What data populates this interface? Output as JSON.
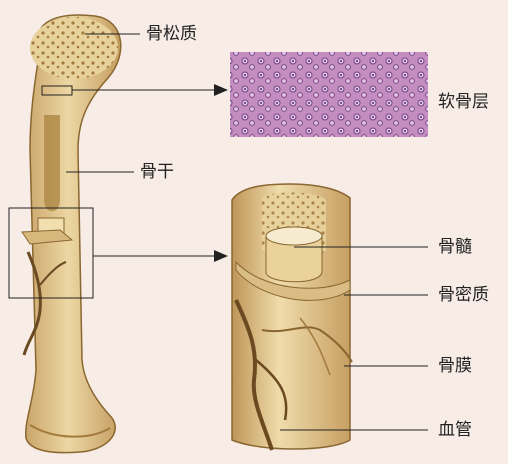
{
  "labels": {
    "cancellous": "骨松质",
    "cartilage": "软骨层",
    "shaft": "骨干",
    "marrow": "骨髓",
    "compact": "骨密质",
    "periosteum": "骨膜",
    "vessel": "血管"
  },
  "colors": {
    "background": "#f7ece6",
    "bone": "#e3c88c",
    "bone_dark": "#b8915a",
    "vessel": "#6b4a22",
    "tissue_pink": "#c88ab8",
    "tissue_purple": "#5b2d7a"
  }
}
